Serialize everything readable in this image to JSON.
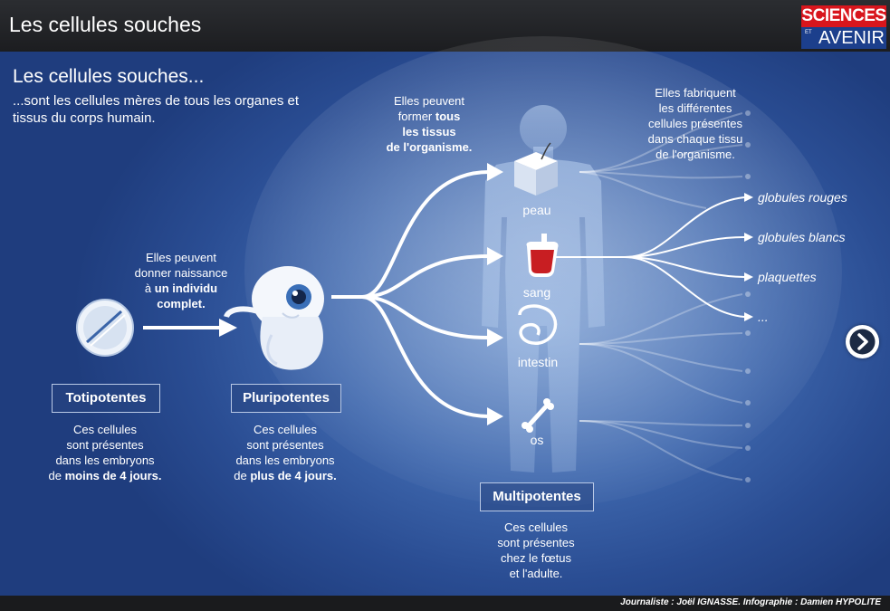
{
  "header": {
    "title": "Les cellules souches"
  },
  "logo": {
    "line1": "SCIENCES",
    "line2": "AVENIR",
    "small": "ET"
  },
  "intro": {
    "headline": "Les cellules souches...",
    "subline": "...sont les cellules mères de tous les organes et tissus du corps humain."
  },
  "arrow1_text": {
    "l1": "Elles peuvent",
    "l2": "donner naissance",
    "l3_pre": "à ",
    "l3_bold": "un individu",
    "l4_bold": "complet."
  },
  "arrow2_text": {
    "l1": "Elles peuvent",
    "l2_pre": "former ",
    "l2_bold": "tous",
    "l3_bold": "les tissus",
    "l4_bold": "de l'organisme."
  },
  "arrow3_text": {
    "l1": "Elles fabriquent",
    "l2": "les différentes",
    "l3": "cellules présentes",
    "l4": "dans chaque tissu",
    "l5": "de l'organisme."
  },
  "stages": [
    {
      "name": "Totipotentes",
      "d1": "Ces cellules",
      "d2": "sont présentes",
      "d3": "dans les embryons",
      "d4_pre": "de ",
      "d4_bold": "moins de 4 jours."
    },
    {
      "name": "Pluripotentes",
      "d1": "Ces cellules",
      "d2": "sont présentes",
      "d3": "dans les embryons",
      "d4_pre": "de ",
      "d4_bold": "plus de 4 jours."
    },
    {
      "name": "Multipotentes",
      "d1": "Ces cellules",
      "d2": "sont présentes",
      "d3": "chez le fœtus",
      "d4": "et l'adulte."
    }
  ],
  "tissues": [
    "peau",
    "sang",
    "intestin",
    "os"
  ],
  "outputs": [
    "globules rouges",
    "globules blancs",
    "plaquettes",
    "..."
  ],
  "footer": {
    "credit": "Journaliste : Joël IGNASSE. Infographie : Damien HYPOLITE"
  },
  "nav": {
    "next_icon": "chevron-right-icon"
  },
  "colors": {
    "background": "#2f57a0",
    "box_border": "#b9c9e6",
    "blood_red": "#c81e22",
    "logo_red": "#d8161d",
    "logo_blue": "#1c3f8c"
  }
}
